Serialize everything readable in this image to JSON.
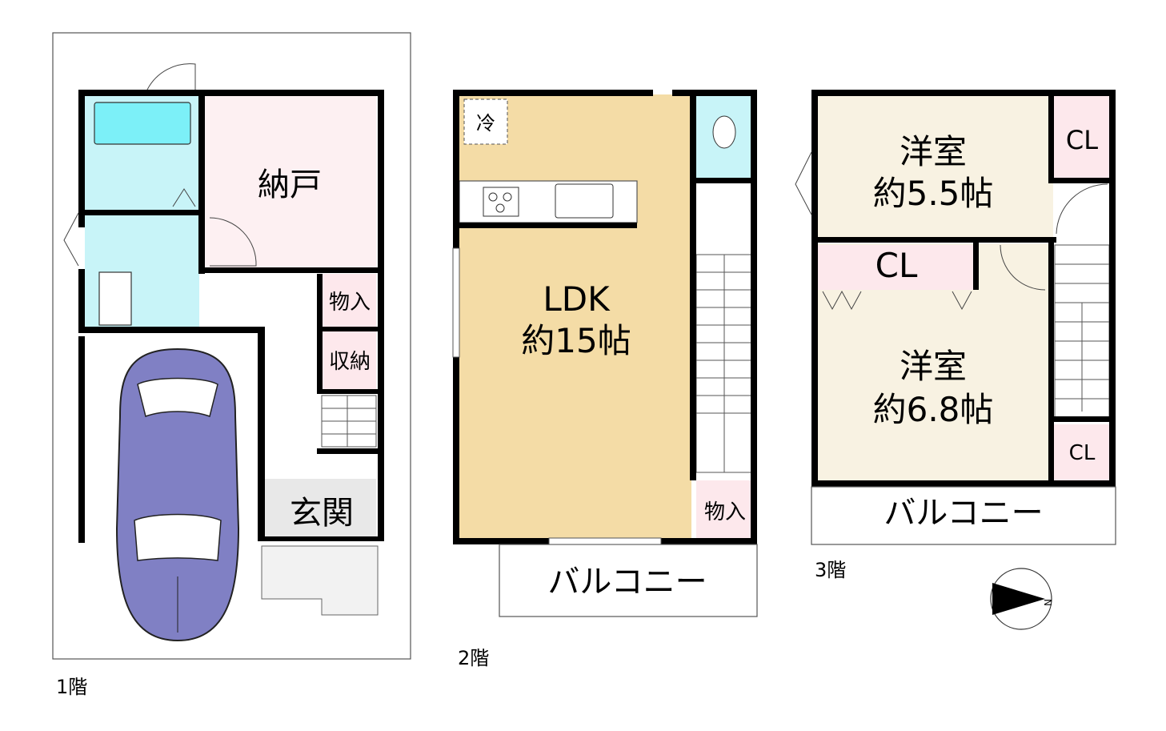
{
  "floors": {
    "f1": {
      "label": "1階",
      "rooms": {
        "nando": "納戸",
        "monoire": "物入",
        "shuno": "収納",
        "genkan": "玄関"
      }
    },
    "f2": {
      "label": "2階",
      "rooms": {
        "fridge": "冷",
        "ldk_name": "LDK",
        "ldk_size": "約15帖",
        "monoire": "物入",
        "balcony": "バルコニー"
      }
    },
    "f3": {
      "label": "3階",
      "rooms": {
        "room1_name": "洋室",
        "room1_size": "約5.5帖",
        "room2_name": "洋室",
        "room2_size": "約6.8帖",
        "cl_top": "CL",
        "cl_mid": "CL",
        "cl_bottom": "CL",
        "balcony": "バルコニー"
      }
    }
  },
  "compass": {
    "letter": "N"
  },
  "colors": {
    "wall": "#000000",
    "water": "#c8f4f8",
    "bath": "#7cf0f8",
    "nando": "#fdf0f2",
    "closet": "#fde8ec",
    "ldk": "#f4dca6",
    "western": "#f8f2e2",
    "car": "#8080c4"
  }
}
